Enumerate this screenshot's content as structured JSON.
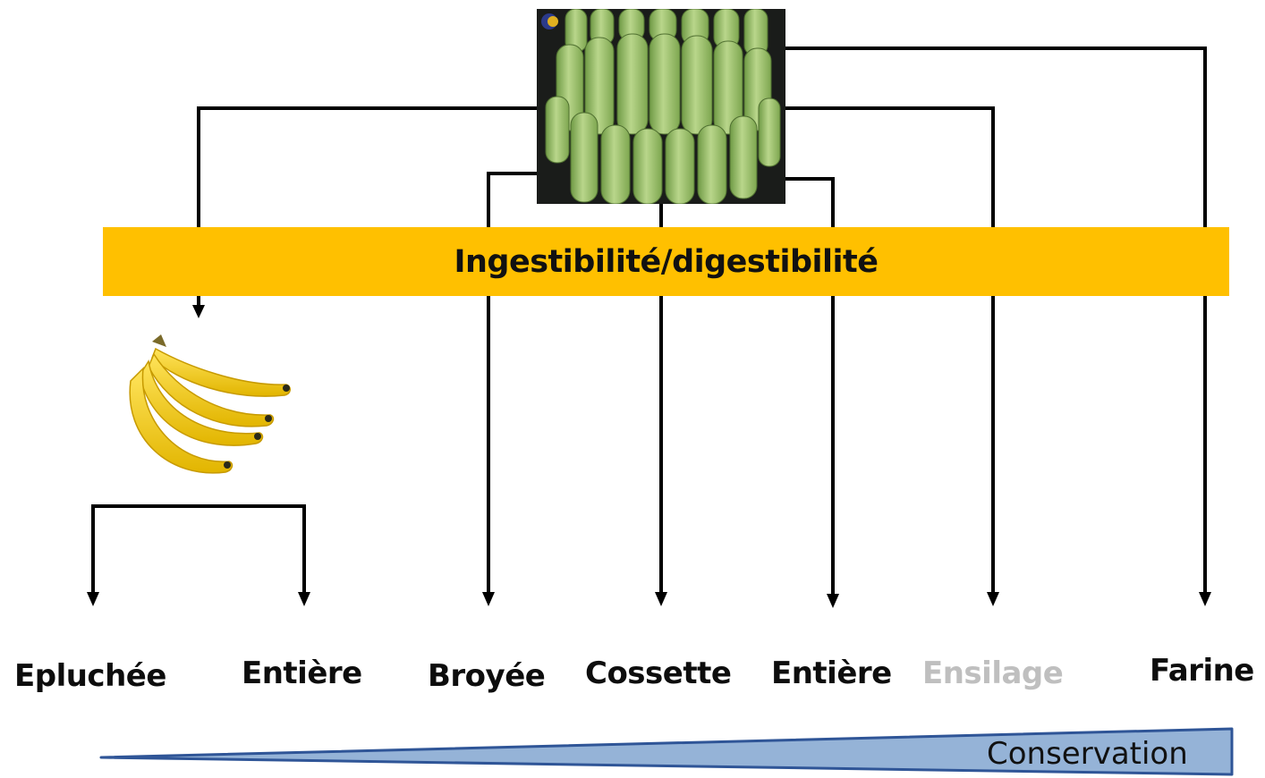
{
  "diagram": {
    "center_bar_label": "Ingestibilité/digestibilité",
    "images": {
      "top": "green-banana-bunch",
      "left": "ripe-yellow-bananas"
    },
    "leaf_labels": {
      "epluchee": "Epluchée",
      "entiere_ripe": "Entière",
      "broyee": "Broyée",
      "cossette": "Cossette",
      "entiere_green": "Entière",
      "ensilage": "Ensilage",
      "farine": "Farine"
    },
    "gradient_label": "Conservation"
  },
  "colors": {
    "band": "#FFC000",
    "wedge": "#95B3D7",
    "wedge_border": "#2F5597",
    "faded_text": "#BFBFBF",
    "lines": "#000000"
  }
}
